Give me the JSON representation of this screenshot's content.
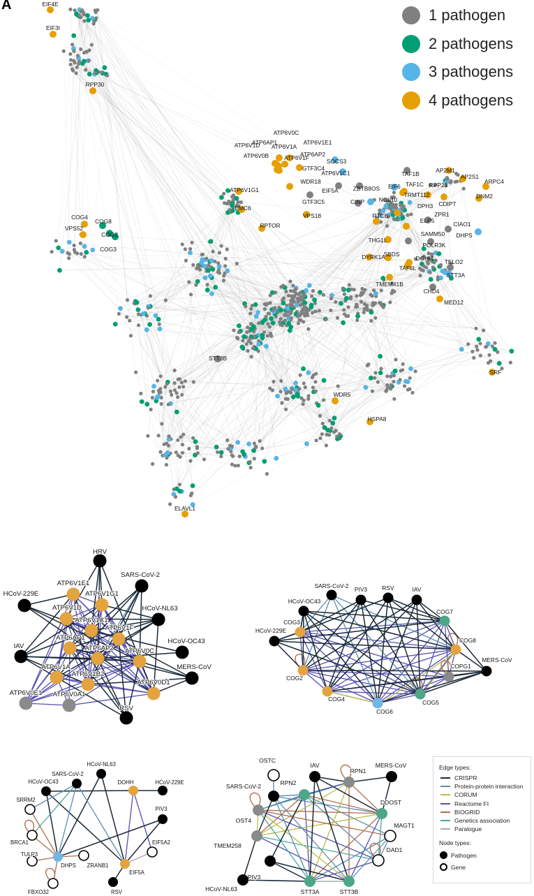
{
  "panel_label": "A",
  "pathogen_legend": {
    "items": [
      {
        "label": "1 pathogen",
        "color": "#808080"
      },
      {
        "label": "2 pathogens",
        "color": "#009E73"
      },
      {
        "label": "3 pathogens",
        "color": "#56B4E9"
      },
      {
        "label": "4 pathogens",
        "color": "#E69F00"
      }
    ]
  },
  "network": {
    "labels": [
      "EIF4E",
      "EIF3I",
      "RPP30",
      "ATP6V0C",
      "ATP6V1D",
      "ATP6AP1",
      "ATP6V1A",
      "ATP6V1E1",
      "ATP6V0B",
      "ATP6V1F",
      "ATP6AP2",
      "SOCS3",
      "GTF3C4",
      "ATP6V1C1",
      "WDR18",
      "TAF1B",
      "AP2M1",
      "AP2S1",
      "ARPC4",
      "ATP6V1G1",
      "EIF5A",
      "ZBTB8OS",
      "EIF6",
      "TAF1C",
      "RPP21",
      "DNM2",
      "TRMT112",
      "NOL10",
      "GTF3C5",
      "CINP",
      "DPH3",
      "CDIPT",
      "EMC6",
      "VPS18",
      "RTCB",
      "ZPR1",
      "ELP5",
      "CIAO1",
      "RPTOR",
      "SAMM50",
      "DHPS",
      "THG1L",
      "POLR3K",
      "SBDS",
      "DYRK1A",
      "DOHH",
      "TELO2",
      "TAF6L",
      "STT3A",
      "TMEM41B",
      "CHD4",
      "MED12",
      "COG4",
      "COG8",
      "VPS52",
      "COG2",
      "COG3",
      "STT3B",
      "SRF",
      "WDR5",
      "HSPA8",
      "ELAVL1"
    ]
  },
  "panel_atp6": {
    "nodes": [
      {
        "label": "HRV",
        "type": "pathogen"
      },
      {
        "label": "SARS-CoV-2",
        "type": "pathogen"
      },
      {
        "label": "HCoV-229E",
        "type": "pathogen"
      },
      {
        "label": "ATP6V1E1",
        "type": "4 pathogens"
      },
      {
        "label": "ATP6V1G1",
        "type": "4 pathogens"
      },
      {
        "label": "ATP6V1D",
        "type": "4 pathogens"
      },
      {
        "label": "HCoV-NL63",
        "type": "pathogen"
      },
      {
        "label": "ATP6V1C1",
        "type": "4 pathogens"
      },
      {
        "label": "ATP6V1F",
        "type": "4 pathogens"
      },
      {
        "label": "ATP6AP1",
        "type": "4 pathogens"
      },
      {
        "label": "IAV",
        "type": "pathogen"
      },
      {
        "label": "ATP6AP2",
        "type": "4 pathogens"
      },
      {
        "label": "ATP6V0C",
        "type": "4 pathogens"
      },
      {
        "label": "HCoV-OC43",
        "type": "pathogen"
      },
      {
        "label": "ATP6V1A",
        "type": "4 pathogens"
      },
      {
        "label": "ATP6V1B2",
        "type": "4 pathogens"
      },
      {
        "label": "MERS-CoV",
        "type": "pathogen"
      },
      {
        "label": "ATP6V0D1",
        "type": "4 pathogens"
      },
      {
        "label": "ATP6V0E1",
        "type": "1 pathogen"
      },
      {
        "label": "ATP6V0A1",
        "type": "1 pathogen"
      },
      {
        "label": "RSV",
        "type": "pathogen"
      }
    ]
  },
  "panel_cog": {
    "nodes": [
      {
        "label": "SARS-CoV-2",
        "type": "pathogen"
      },
      {
        "label": "PIV3",
        "type": "pathogen"
      },
      {
        "label": "RSV",
        "type": "pathogen"
      },
      {
        "label": "IAV",
        "type": "pathogen"
      },
      {
        "label": "HCoV-OC43",
        "type": "pathogen"
      },
      {
        "label": "COG7",
        "type": "2 pathogens"
      },
      {
        "label": "COG3",
        "type": "4 pathogens"
      },
      {
        "label": "HCoV-229E",
        "type": "pathogen"
      },
      {
        "label": "COG8",
        "type": "4 pathogens"
      },
      {
        "label": "COG2",
        "type": "4 pathogens"
      },
      {
        "label": "COPG1",
        "type": "1 pathogen"
      },
      {
        "label": "MERS-CoV",
        "type": "pathogen"
      },
      {
        "label": "COG4",
        "type": "4 pathogens"
      },
      {
        "label": "COG5",
        "type": "2 pathogens"
      },
      {
        "label": "COG6",
        "type": "3 pathogens"
      }
    ]
  },
  "panel_eif5a": {
    "nodes": [
      {
        "label": "HCoV-NL63",
        "type": "pathogen"
      },
      {
        "label": "SARS-CoV-2",
        "type": "pathogen"
      },
      {
        "label": "HCoV-OC43",
        "type": "pathogen"
      },
      {
        "label": "DOHH",
        "type": "4 pathogens"
      },
      {
        "label": "HCoV-229E",
        "type": "pathogen"
      },
      {
        "label": "SRRM2",
        "type": "gene"
      },
      {
        "label": "PIV3",
        "type": "pathogen"
      },
      {
        "label": "BRCA1",
        "type": "gene"
      },
      {
        "label": "EIF5A2",
        "type": "gene"
      },
      {
        "label": "TULP3",
        "type": "gene"
      },
      {
        "label": "DHPS",
        "type": "3 pathogens"
      },
      {
        "label": "ZRANB1",
        "type": "gene"
      },
      {
        "label": "EIF5A",
        "type": "4 pathogens"
      },
      {
        "label": "FBXO32",
        "type": "gene"
      },
      {
        "label": "RSV",
        "type": "pathogen"
      }
    ],
    "edges": [
      [
        "HCoV-OC43",
        "DOHH",
        "CRISPR"
      ],
      [
        "HCoV-OC43",
        "DHPS",
        "CRISPR"
      ],
      [
        "HCoV-OC43",
        "EIF5A",
        "CRISPR"
      ],
      [
        "HCoV-NL63",
        "DHPS",
        "CRISPR"
      ],
      [
        "HCoV-NL63",
        "EIF5A",
        "CRISPR"
      ],
      [
        "SARS-CoV-2",
        "DHPS",
        "Protein-protein interaction"
      ],
      [
        "SARS-CoV-2",
        "EIF5A",
        "Protein-protein interaction"
      ],
      [
        "SARS-CoV-2",
        "SRRM2",
        "Protein-protein interaction"
      ],
      [
        "SARS-CoV-2",
        "BRCA1",
        "Genetics association"
      ],
      [
        "DOHH",
        "HCoV-229E",
        "CRISPR"
      ],
      [
        "DOHH",
        "EIF5A",
        "Reactome FI"
      ],
      [
        "DOHH",
        "EIF5A2",
        "Reactome FI"
      ],
      [
        "PIV3",
        "DHPS",
        "CRISPR"
      ],
      [
        "PIV3",
        "EIF5A",
        "CRISPR"
      ],
      [
        "EIF5A",
        "EIF5A2",
        "Paralogue"
      ],
      [
        "EIF5A",
        "RSV",
        "CRISPR"
      ],
      [
        "DHPS",
        "SRRM2",
        "BIOGRID"
      ],
      [
        "DHPS",
        "BRCA1",
        "BIOGRID"
      ],
      [
        "DHPS",
        "TULP3",
        "BIOGRID"
      ],
      [
        "DHPS",
        "ZRANB1",
        "BIOGRID"
      ],
      [
        "DHPS",
        "FBXO32",
        "BIOGRID"
      ],
      [
        "BRCA1",
        "BRCA1",
        "BIOGRID"
      ],
      [
        "FBXO32",
        "FBXO32",
        "BIOGRID"
      ]
    ]
  },
  "panel_ost": {
    "nodes": [
      {
        "label": "OSTC",
        "type": "gene"
      },
      {
        "label": "IAV",
        "type": "pathogen"
      },
      {
        "label": "MERS-CoV",
        "type": "pathogen"
      },
      {
        "label": "RPN1",
        "type": "1 pathogen"
      },
      {
        "label": "SARS-CoV-2",
        "type": "pathogen"
      },
      {
        "label": "RPN2",
        "type": "2 pathogens"
      },
      {
        "label": "DDOST",
        "type": "2 pathogens"
      },
      {
        "label": "OST4",
        "type": "1 pathogen"
      },
      {
        "label": "MAGT1",
        "type": "gene"
      },
      {
        "label": "TMEM258",
        "type": "1 pathogen"
      },
      {
        "label": "DAD1",
        "type": "gene"
      },
      {
        "label": "PIV3",
        "type": "pathogen"
      },
      {
        "label": "HCoV-NL63",
        "type": "pathogen"
      },
      {
        "label": "STT3A",
        "type": "2 pathogens"
      },
      {
        "label": "STT3B",
        "type": "2 pathogens"
      }
    ]
  },
  "edge_legend": {
    "title": "Edge types:",
    "items": [
      {
        "label": "CRISPR",
        "color": "#1b2a38"
      },
      {
        "label": "Protein-protein interaction",
        "color": "#5b8db3"
      },
      {
        "label": "CORUM",
        "color": "#bcbc4a"
      },
      {
        "label": "Reactome FI",
        "color": "#5650b0"
      },
      {
        "label": "BIOGRID",
        "color": "#b0704f"
      },
      {
        "label": "Genetics association",
        "color": "#45a9a0"
      },
      {
        "label": "Paralogue",
        "color": "#aaaaaa"
      }
    ],
    "node_title": "Node types:",
    "node_items": [
      {
        "label": "Pathogen"
      },
      {
        "label": "Gene"
      }
    ]
  }
}
